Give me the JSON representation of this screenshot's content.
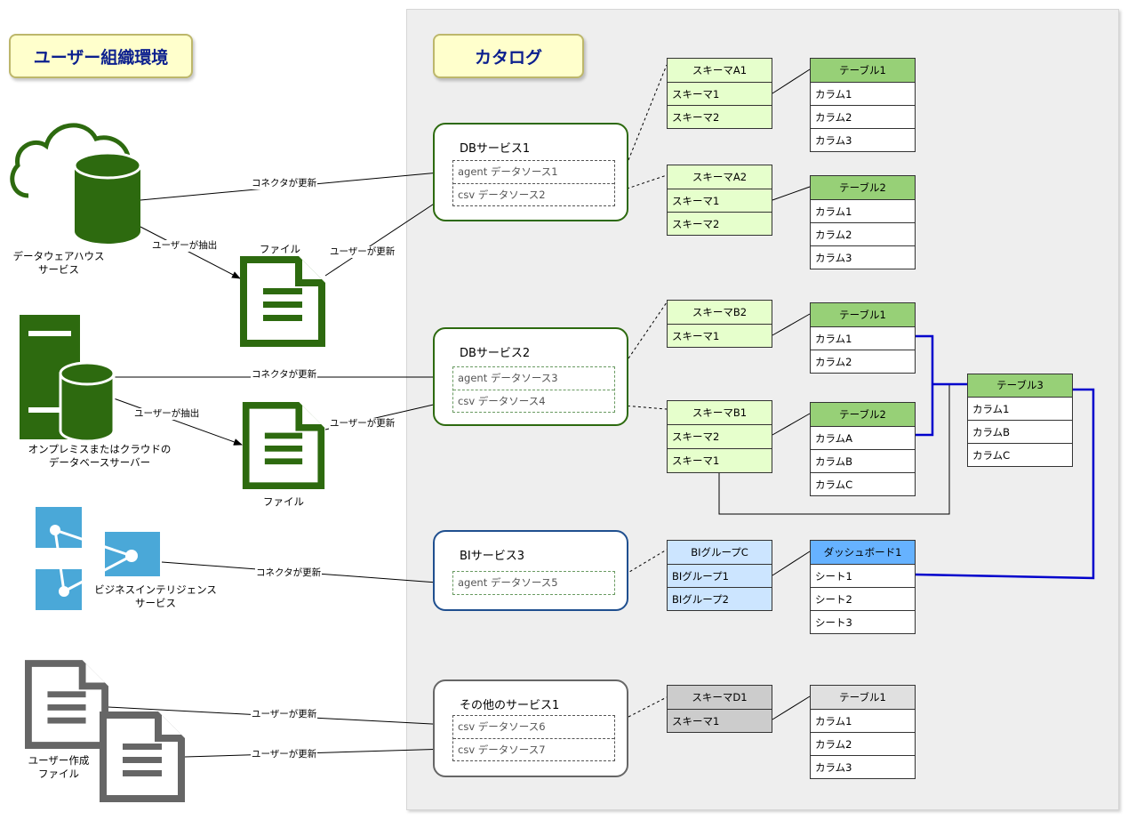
{
  "headers": {
    "user_env": "ユーザー組織環境",
    "catalog": "カタログ"
  },
  "sources": {
    "dwh_label": "データウェアハウス\nサービス",
    "file1_label": "ファイル",
    "onprem_label": "オンプレミスまたはクラウドの\nデータベースサーバー",
    "file2_label": "ファイル",
    "bi_label": "ビジネスインテリジェンス\nサービス",
    "userfiles_label": "ユーザー作成\nファイル"
  },
  "edges": {
    "connector_update": "コネクタが更新",
    "user_extract": "ユーザーが抽出",
    "user_update": "ユーザーが更新"
  },
  "services": [
    {
      "title": "DBサービス1",
      "datasources": [
        "agent データソース1",
        "csv データソース2"
      ]
    },
    {
      "title": "DBサービス2",
      "datasources": [
        "agent データソース3",
        "csv データソース4"
      ]
    },
    {
      "title": "BIサービス3",
      "datasources": [
        "agent データソース5"
      ]
    },
    {
      "title": "その他のサービス1",
      "datasources": [
        "csv データソース6",
        "csv データソース7"
      ]
    }
  ],
  "schemas": [
    {
      "header": "スキーマA1",
      "rows": [
        "スキーマ1",
        "スキーマ2"
      ]
    },
    {
      "header": "スキーマA2",
      "rows": [
        "スキーマ1",
        "スキーマ2"
      ]
    },
    {
      "header": "スキーマB2",
      "rows": [
        "スキーマ1"
      ]
    },
    {
      "header": "スキーマB1",
      "rows": [
        "スキーマ2",
        "スキーマ1"
      ]
    },
    {
      "header": "BIグループC",
      "rows": [
        "BIグループ1",
        "BIグループ2"
      ]
    },
    {
      "header": "スキーマD1",
      "rows": [
        "スキーマ1"
      ]
    }
  ],
  "tables": [
    {
      "header": "テーブル1",
      "rows": [
        "カラム1",
        "カラム2",
        "カラム3"
      ]
    },
    {
      "header": "テーブル2",
      "rows": [
        "カラム1",
        "カラム2",
        "カラム3"
      ]
    },
    {
      "header": "テーブル1",
      "rows": [
        "カラム1",
        "カラム2"
      ]
    },
    {
      "header": "テーブル2",
      "rows": [
        "カラムA",
        "カラムB",
        "カラムC"
      ]
    },
    {
      "header": "テーブル3",
      "rows": [
        "カラム1",
        "カラムB",
        "カラムC"
      ]
    },
    {
      "header": "ダッシュボード1",
      "rows": [
        "シート1",
        "シート2",
        "シート3"
      ]
    },
    {
      "header": "テーブル1",
      "rows": [
        "カラム1",
        "カラム2",
        "カラム3"
      ]
    }
  ],
  "colors": {
    "db_icon": "#2d6a0f",
    "bi_icon": "#4aa8d8",
    "file_icon_gray": "#666666",
    "schema_green": "#e6ffcc",
    "table_header_green": "#97d077",
    "bi_blue_light": "#cce5ff",
    "dashboard_blue": "#66b2ff",
    "gray_header": "#cccccc",
    "lineage_blue": "#0000cc"
  }
}
